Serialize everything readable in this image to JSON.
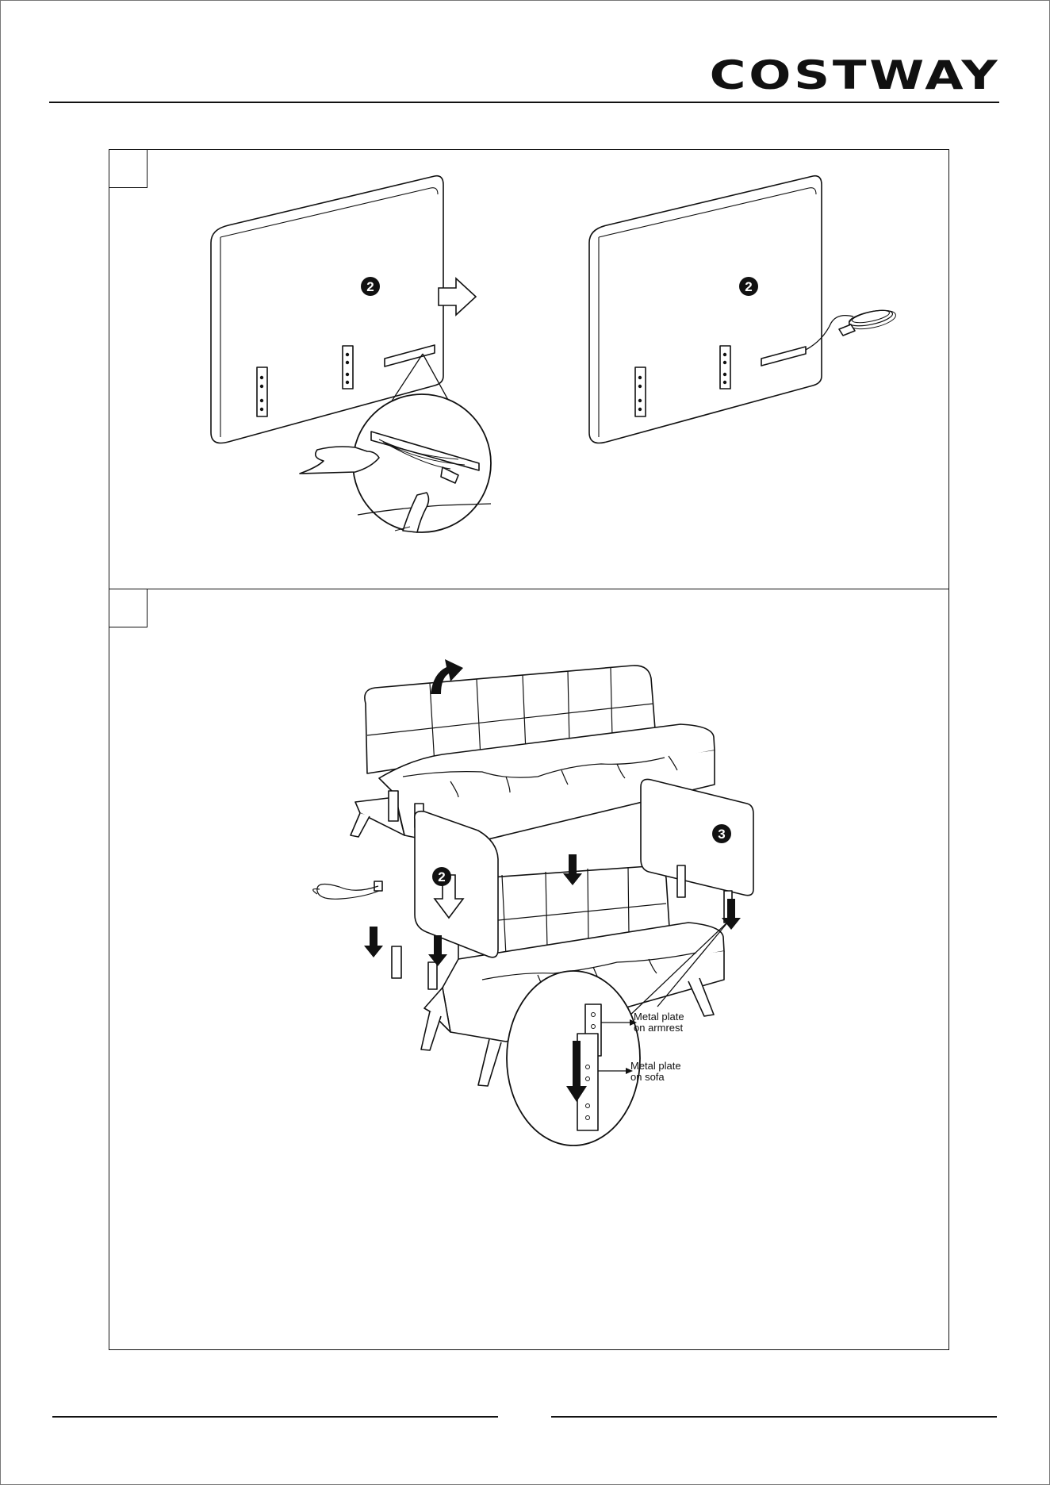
{
  "brand": {
    "logo_text": "COSTWAY"
  },
  "steps": [
    {
      "number": "",
      "markers": [
        "2",
        "2"
      ]
    },
    {
      "number": "",
      "markers": [
        "2",
        "3"
      ],
      "callouts": [
        {
          "line1": "Metal plate",
          "line2": "on armrest"
        },
        {
          "line1": "Metal plate",
          "line2": "on sofa"
        }
      ]
    }
  ],
  "icons": [
    "arrow-right-icon",
    "arrow-down-icon",
    "arrow-up-curved-icon",
    "arrow-down-solid-icon",
    "power-cord-icon"
  ]
}
